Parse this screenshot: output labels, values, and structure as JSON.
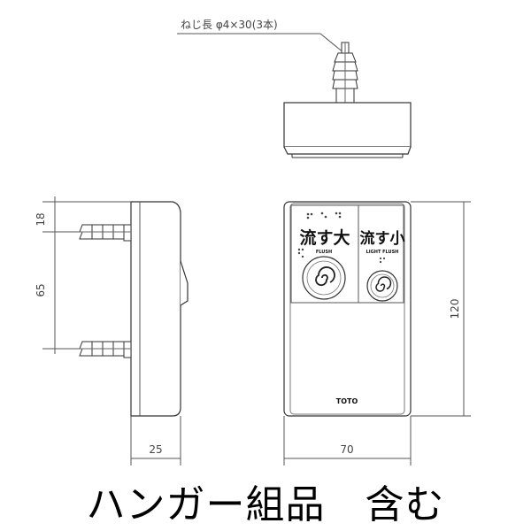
{
  "screw_note": "ねじ長 φ4×30(3本)",
  "dimensions": {
    "top_offset": "18",
    "anchor_spacing": "65",
    "height": "120",
    "depth": "25",
    "width": "70"
  },
  "buttons": {
    "large_label": "流す大",
    "large_sub": "FLUSH",
    "small_label": "流す小",
    "small_sub": "LIGHT FLUSH"
  },
  "brand": "TOTO",
  "caption": "ハンガー組品　含む"
}
